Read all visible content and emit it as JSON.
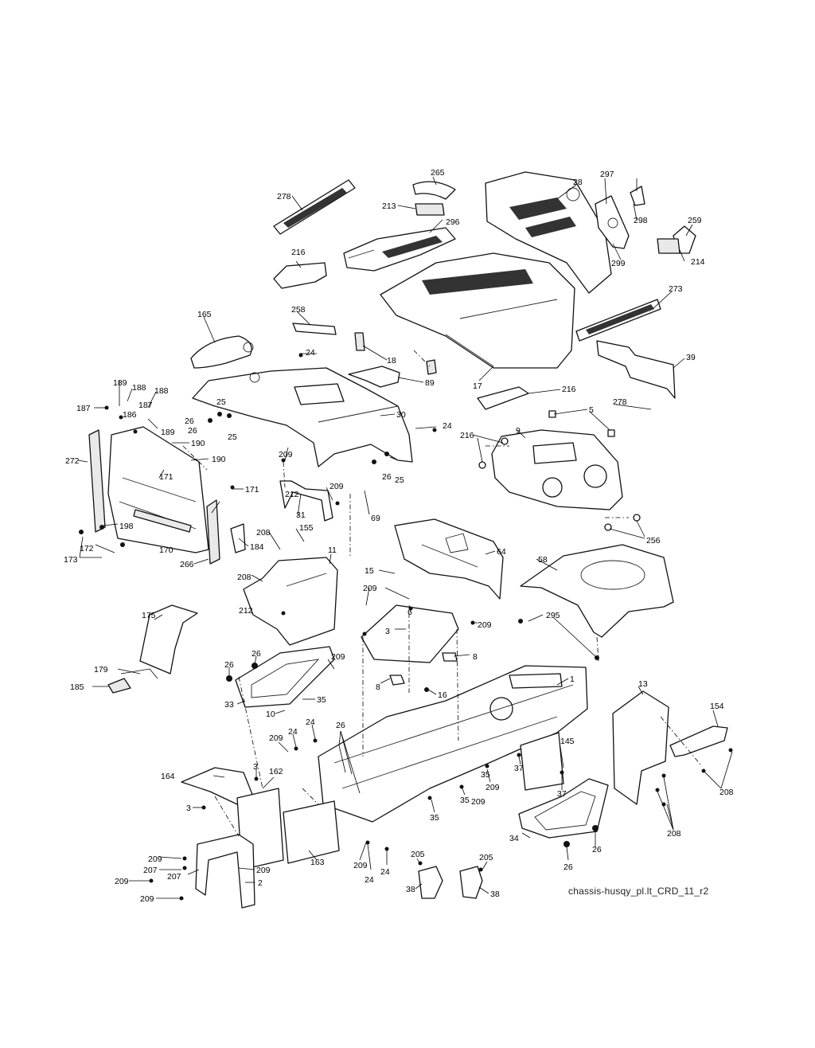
{
  "diagram": {
    "caption": "chassis-husqy_pl.lt_CRD_11_r2",
    "callouts": [
      "1",
      "2",
      "3",
      "3",
      "3",
      "5",
      "6",
      "8",
      "8",
      "9",
      "10",
      "11",
      "13",
      "15",
      "16",
      "17",
      "18",
      "24",
      "24",
      "24",
      "24",
      "24",
      "24",
      "25",
      "25",
      "25",
      "26",
      "26",
      "26",
      "26",
      "26",
      "26",
      "26",
      "26",
      "28",
      "30",
      "31",
      "33",
      "34",
      "35",
      "35",
      "35",
      "35",
      "37",
      "37",
      "38",
      "38",
      "39",
      "58",
      "64",
      "69",
      "89",
      "145",
      "154",
      "155",
      "162",
      "163",
      "164",
      "165",
      "170",
      "171",
      "171",
      "172",
      "173",
      "175",
      "179",
      "184",
      "185",
      "186",
      "187",
      "187",
      "188",
      "188",
      "189",
      "189",
      "190",
      "190",
      "198",
      "205",
      "205",
      "207",
      "207",
      "208",
      "208",
      "208",
      "208",
      "209",
      "209",
      "209",
      "209",
      "209",
      "209",
      "209",
      "209",
      "209",
      "209",
      "209",
      "209",
      "209",
      "212",
      "212",
      "213",
      "214",
      "216",
      "216",
      "256",
      "258",
      "259",
      "265",
      "266",
      "272",
      "273",
      "278",
      "278",
      "295",
      "296",
      "297",
      "298",
      "299"
    ]
  }
}
